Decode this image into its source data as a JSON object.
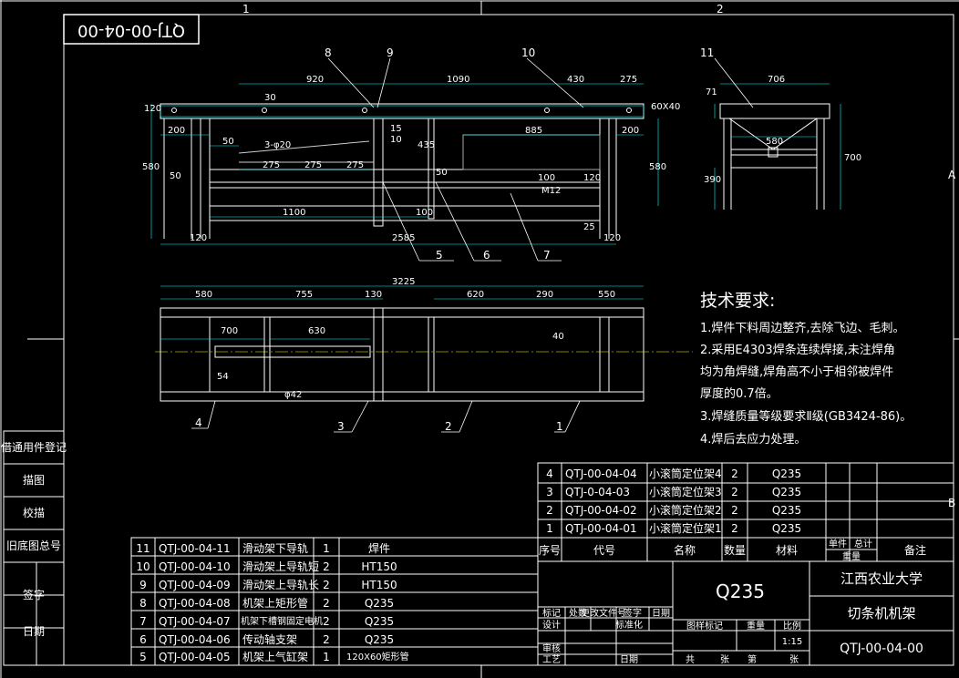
{
  "sheet": {
    "code_mirrored": "QTJ-00-04-00",
    "zone_top": [
      "1",
      "2"
    ],
    "zone_side": [
      "A",
      "B"
    ]
  },
  "side_labels": [
    "借通用件登记",
    "描图",
    "校描",
    "旧底图总号",
    "签字",
    "日期"
  ],
  "front_view": {
    "dims": [
      "920",
      "1090",
      "430",
      "275",
      "120",
      "30",
      "200",
      "50",
      "3-φ20",
      "275",
      "275",
      "275",
      "580",
      "50",
      "15",
      "10",
      "435",
      "885",
      "200",
      "580",
      "50",
      "100",
      "120",
      "M12",
      "1100",
      "100",
      "25",
      "120",
      "2585",
      "120",
      "60X40"
    ],
    "callouts": [
      "8",
      "9",
      "10",
      "5",
      "6",
      "7"
    ]
  },
  "side_view": {
    "dims": [
      "706",
      "71",
      "580",
      "390",
      "700"
    ],
    "callouts": [
      "11"
    ]
  },
  "top_view": {
    "dims": [
      "3225",
      "580",
      "755",
      "130",
      "620",
      "290",
      "550",
      "700",
      "630",
      "40",
      "54",
      "φ42"
    ],
    "callouts": [
      "4",
      "3",
      "2",
      "1"
    ]
  },
  "tech_req": {
    "title": "技术要求:",
    "lines": [
      "1.焊件下料周边整齐,去除飞边、毛刺。",
      "2.采用E4303焊条连续焊接,未注焊角",
      "均为角焊缝,焊角高不小于相邻被焊件",
      "厚度的0.7倍。",
      "3.焊缝质量等级要求Ⅱ级(GB3424-86)。",
      "4.焊后去应力处理。"
    ]
  },
  "bom_right": [
    [
      "4",
      "QTJ-00-04-04",
      "小滚筒定位架4",
      "2",
      "Q235"
    ],
    [
      "3",
      "QTJ-0-04-03",
      "小滚筒定位架3",
      "2",
      "Q235"
    ],
    [
      "2",
      "QTJ-00-04-02",
      "小滚筒定位架2",
      "2",
      "Q235"
    ],
    [
      "1",
      "QTJ-00-04-01",
      "小滚筒定位架1",
      "2",
      "Q235"
    ]
  ],
  "bom_left": [
    [
      "11",
      "QTJ-00-04-11",
      "滑动架下导轨",
      "1",
      "焊件"
    ],
    [
      "10",
      "QTJ-00-04-10",
      "滑动架上导轨短",
      "2",
      "HT150"
    ],
    [
      "9",
      "QTJ-00-04-09",
      "滑动架上导轨长",
      "2",
      "HT150"
    ],
    [
      "8",
      "QTJ-00-04-08",
      "机架上矩形管",
      "2",
      "Q235"
    ],
    [
      "7",
      "QTJ-00-04-07",
      "机架下槽钢固定电机",
      "2",
      "Q235"
    ],
    [
      "6",
      "QTJ-00-04-06",
      "传动轴支架",
      "2",
      "Q235"
    ],
    [
      "5",
      "QTJ-00-04-05",
      "机架上气缸架",
      "1",
      "120X60矩形管"
    ]
  ],
  "bom_header": [
    "序号",
    "代号",
    "名称",
    "数量",
    "材料",
    "单件",
    "总计",
    "重量",
    "备注"
  ],
  "title_block": {
    "material": "Q235",
    "school": "江西农业大学",
    "name": "切条机机架",
    "code": "QTJ-00-04-00",
    "row_labels": [
      "标记",
      "处数",
      "更改文件号",
      "签字",
      "日期"
    ],
    "design": "设计",
    "standard": "标准化",
    "review": "审核",
    "process": "工艺",
    "date": "日期",
    "stage": "图样标记",
    "weight": "重量",
    "scale": "比例",
    "scale_val": "1:15",
    "sheet_total": "共",
    "sheet_unit": "张",
    "sheet_no": "第",
    "sheet_unit2": "张"
  }
}
